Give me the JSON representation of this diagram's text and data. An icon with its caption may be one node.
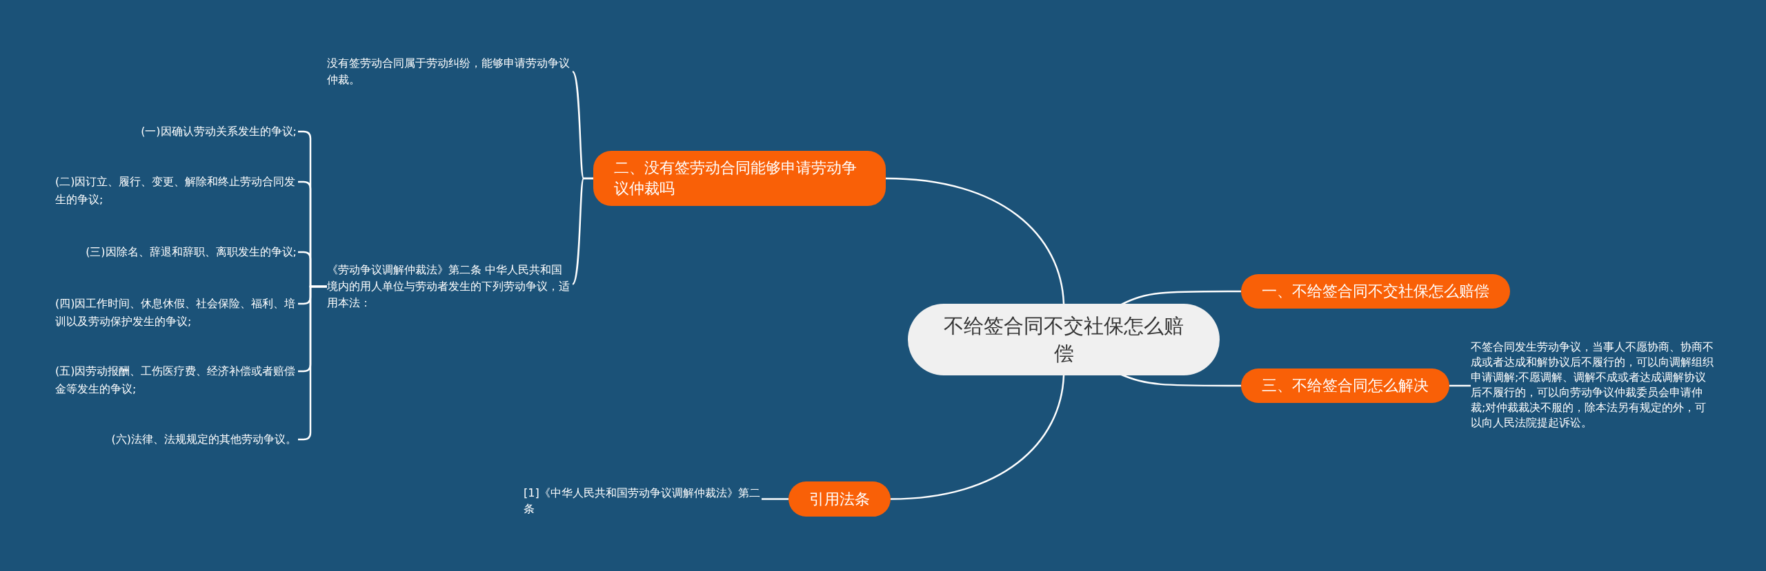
{
  "diagram": {
    "nodes": [
      {
        "text": [
          "不给签合同不交社保怎么赔偿"
        ]
      },
      {
        "text": [
          "二、没有签劳动合同能够申请劳动争议仲裁吗"
        ]
      },
      {
        "text": [
          "没有签劳动合同属于劳动纠纷，能够申请劳动争议仲裁。"
        ]
      },
      {
        "text": [
          "《劳动争议调解仲裁法》第二条 中华人民共和国境内的用人单位与劳动者发生的下列劳动争议，适用本法："
        ]
      },
      {
        "text": [
          "(一)因确认劳动关系发生的争议;"
        ]
      },
      {
        "text": [
          "(二)因订立、履行、变更、解除和终止劳动合同发生的争议;"
        ]
      },
      {
        "text": [
          "(三)因除名、辞退和辞职、离职发生的争议;"
        ]
      },
      {
        "text": [
          "(四)因工作时间、休息休假、社会保险、福利、培训以及劳动保护发生的争议;"
        ]
      },
      {
        "text": [
          "(五)因劳动报酬、工伤医疗费、经济补偿或者赔偿金等发生的争议;"
        ]
      },
      {
        "text": [
          "(六)法律、法规规定的其他劳动争议。"
        ]
      },
      {
        "text": [
          "一、不给签合同不交社保怎么赔偿"
        ]
      },
      {
        "text": [
          "三、不给签合同怎么解决"
        ]
      },
      {
        "text": [
          "不签合同发生劳动争议，当事人不愿协商、协商不成或者达成和解协议后不履行的，可以向调解组织申请调解;不愿调解、调解不成或者达成调解协议后不履行的，可以向劳动争议仲裁委员会申请仲裁;对仲裁裁决不服的，除本法另有规定的外，可以向人民法院提起诉讼。"
        ]
      },
      {
        "text": [
          "引用法条"
        ]
      },
      {
        "text": [
          "[1]《中华人民共和国劳动争议调解仲裁法》第二条"
        ]
      }
    ],
    "edges": [
      {
        "from": 0,
        "to": 1,
        "arrow": "none"
      },
      {
        "from": 1,
        "to": 2,
        "arrow": "none"
      },
      {
        "from": 1,
        "to": 3,
        "arrow": "none"
      },
      {
        "from": 3,
        "to": 4,
        "arrow": "none"
      },
      {
        "from": 3,
        "to": 5,
        "arrow": "none"
      },
      {
        "from": 3,
        "to": 6,
        "arrow": "none"
      },
      {
        "from": 3,
        "to": 7,
        "arrow": "none"
      },
      {
        "from": 3,
        "to": 8,
        "arrow": "none"
      },
      {
        "from": 3,
        "to": 9,
        "arrow": "none"
      },
      {
        "from": 0,
        "to": 10,
        "arrow": "none"
      },
      {
        "from": 0,
        "to": 11,
        "arrow": "none"
      },
      {
        "from": 11,
        "to": 12,
        "arrow": "none"
      },
      {
        "from": 0,
        "to": 13,
        "arrow": "none"
      },
      {
        "from": 13,
        "to": 14,
        "arrow": "none"
      }
    ]
  }
}
